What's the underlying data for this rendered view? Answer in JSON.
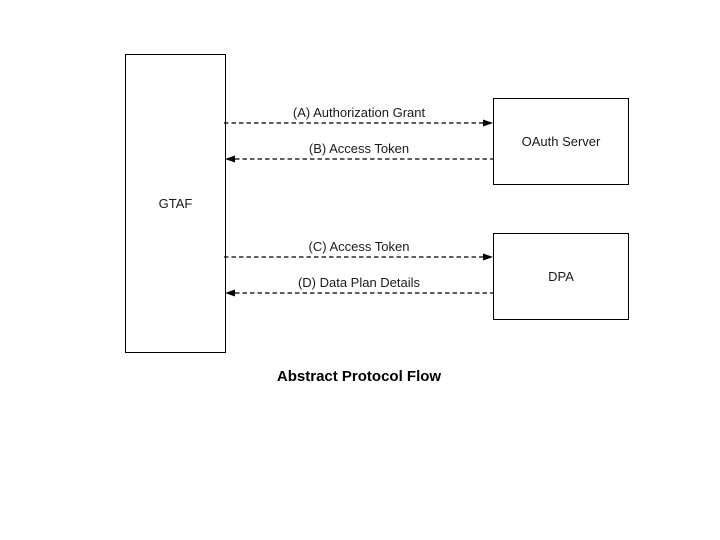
{
  "diagram": {
    "title": "Abstract Protocol Flow",
    "nodes": {
      "gtaf": {
        "label": "GTAF"
      },
      "oauth_server": {
        "label": "OAuth Server"
      },
      "dpa": {
        "label": "DPA"
      }
    },
    "arrows": [
      {
        "id": "A",
        "label": "(A) Authorization Grant",
        "from": "GTAF",
        "to": "OAuth Server",
        "direction": "right",
        "style": "dashed"
      },
      {
        "id": "B",
        "label": "(B) Access Token",
        "from": "OAuth Server",
        "to": "GTAF",
        "direction": "left",
        "style": "dashed"
      },
      {
        "id": "C",
        "label": "(C) Access Token",
        "from": "GTAF",
        "to": "DPA",
        "direction": "right",
        "style": "dashed"
      },
      {
        "id": "D",
        "label": "(D) Data Plan Details",
        "from": "DPA",
        "to": "GTAF",
        "direction": "left",
        "style": "dashed"
      }
    ],
    "colors": {
      "line": "#000000",
      "background": "#ffffff",
      "text": "#1a1a1a"
    }
  }
}
